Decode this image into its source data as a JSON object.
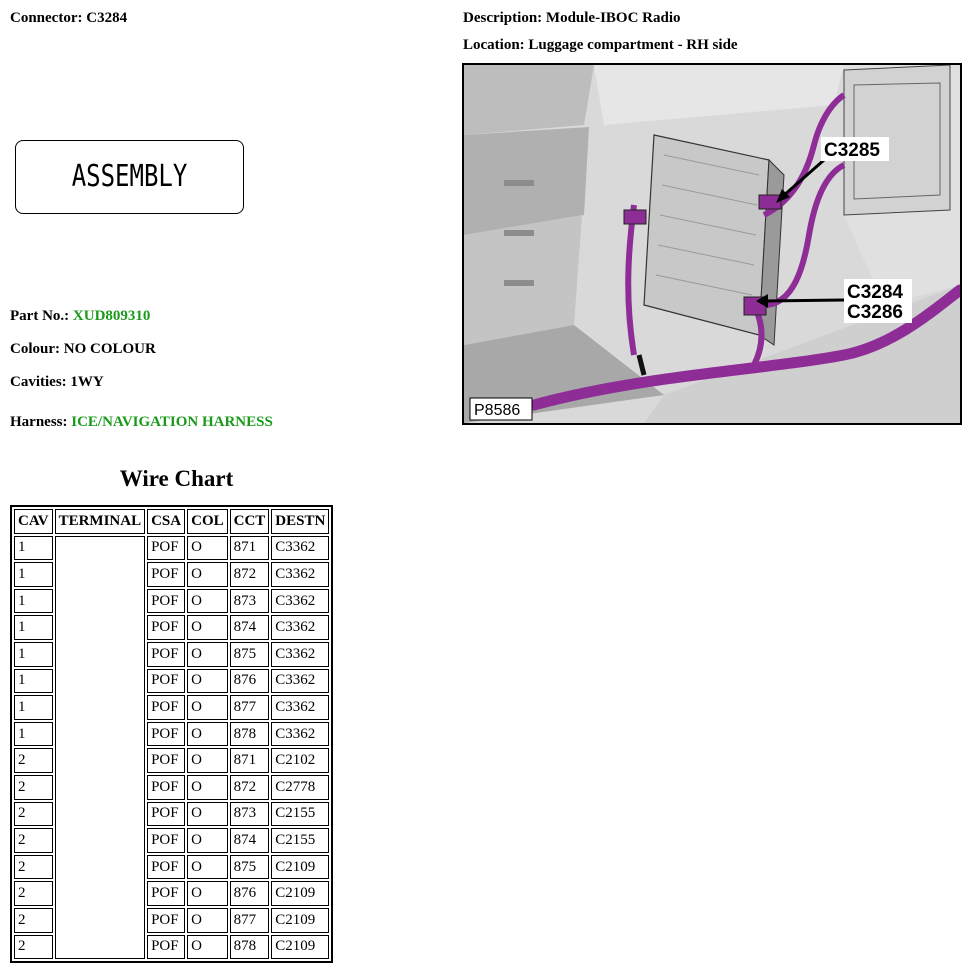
{
  "header": {
    "connector_label": "Connector:",
    "connector_value": "C3284",
    "description_label": "Description:",
    "description_value": "Module-IBOC Radio",
    "location_label": "Location:",
    "location_value": "Luggage compartment - RH side"
  },
  "assembly": {
    "label": "ASSEMBLY"
  },
  "part": {
    "part_no_label": "Part No.:",
    "part_no_value": "XUD809310",
    "colour_label": "Colour:",
    "colour_value": "NO COLOUR",
    "cavities_label": "Cavities:",
    "cavities_value": "1WY",
    "harness_label": "Harness:",
    "harness_value": "ICE/NAVIGATION HARNESS"
  },
  "wire_chart": {
    "title": "Wire Chart",
    "columns": [
      "CAV",
      "TERMINAL",
      "CSA",
      "COL",
      "CCT",
      "DESTN"
    ],
    "rows": [
      [
        "1",
        "",
        "POF",
        "O",
        "871",
        "C3362"
      ],
      [
        "1",
        "",
        "POF",
        "O",
        "872",
        "C3362"
      ],
      [
        "1",
        "",
        "POF",
        "O",
        "873",
        "C3362"
      ],
      [
        "1",
        "",
        "POF",
        "O",
        "874",
        "C3362"
      ],
      [
        "1",
        "",
        "POF",
        "O",
        "875",
        "C3362"
      ],
      [
        "1",
        "",
        "POF",
        "O",
        "876",
        "C3362"
      ],
      [
        "1",
        "",
        "POF",
        "O",
        "877",
        "C3362"
      ],
      [
        "1",
        "",
        "POF",
        "O",
        "878",
        "C3362"
      ],
      [
        "2",
        "",
        "POF",
        "O",
        "871",
        "C2102"
      ],
      [
        "2",
        "",
        "POF",
        "O",
        "872",
        "C2778"
      ],
      [
        "2",
        "",
        "POF",
        "O",
        "873",
        "C2155"
      ],
      [
        "2",
        "",
        "POF",
        "O",
        "874",
        "C2155"
      ],
      [
        "2",
        "",
        "POF",
        "O",
        "875",
        "C2109"
      ],
      [
        "2",
        "",
        "POF",
        "O",
        "876",
        "C2109"
      ],
      [
        "2",
        "",
        "POF",
        "O",
        "877",
        "C2109"
      ],
      [
        "2",
        "",
        "POF",
        "O",
        "878",
        "C2109"
      ]
    ]
  },
  "illustration": {
    "callout_top": "C3285",
    "callout_mid_1": "C3284",
    "callout_mid_2": "C3286",
    "picture_code": "P8586",
    "harness_color": "#8e2d96"
  },
  "colors": {
    "green_text": "#1a9a1a"
  }
}
